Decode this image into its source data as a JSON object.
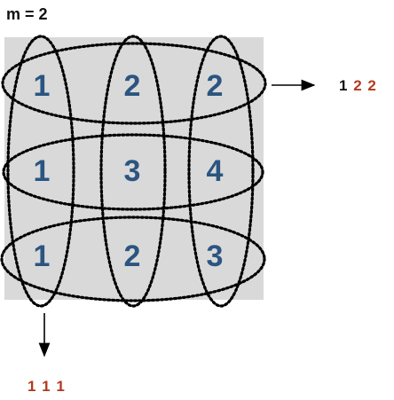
{
  "title": "m = 2",
  "grid": [
    [
      "1",
      "2",
      "2"
    ],
    [
      "1",
      "3",
      "4"
    ],
    [
      "1",
      "2",
      "3"
    ]
  ],
  "row_result": {
    "first": "1",
    "rest": "2 2"
  },
  "column_result": "1 1 1",
  "colors": {
    "grid_background": "#d9d9d9",
    "number": "#2b5580",
    "dotted_outline": "#000000",
    "result_highlight": "#b23a20"
  }
}
